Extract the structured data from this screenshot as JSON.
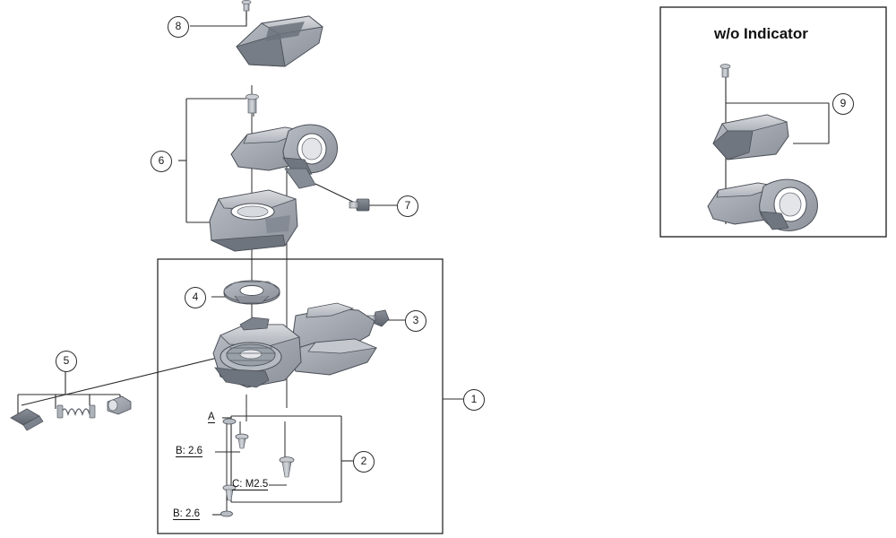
{
  "diagram": {
    "title_panel": {
      "title": "w/o Indicator"
    },
    "callouts": [
      {
        "id": "c1",
        "label": "1"
      },
      {
        "id": "c2",
        "label": "2"
      },
      {
        "id": "c3",
        "label": "3"
      },
      {
        "id": "c4",
        "label": "4"
      },
      {
        "id": "c5",
        "label": "5"
      },
      {
        "id": "c6",
        "label": "6"
      },
      {
        "id": "c7",
        "label": "7"
      },
      {
        "id": "c8",
        "label": "8"
      },
      {
        "id": "c9",
        "label": "9"
      }
    ],
    "part_labels": [
      {
        "id": "a",
        "text": "A"
      },
      {
        "id": "b1",
        "text": "B: 2.6"
      },
      {
        "id": "c_m25",
        "text": "C: M2.5"
      },
      {
        "id": "b2",
        "text": "B: 2.6"
      }
    ],
    "colors": {
      "part_fill_light": "#c9ccd1",
      "part_fill_mid": "#9ba0a8",
      "part_fill_dark": "#6f757e",
      "line": "#2b2b2b",
      "background": "#ffffff"
    }
  }
}
